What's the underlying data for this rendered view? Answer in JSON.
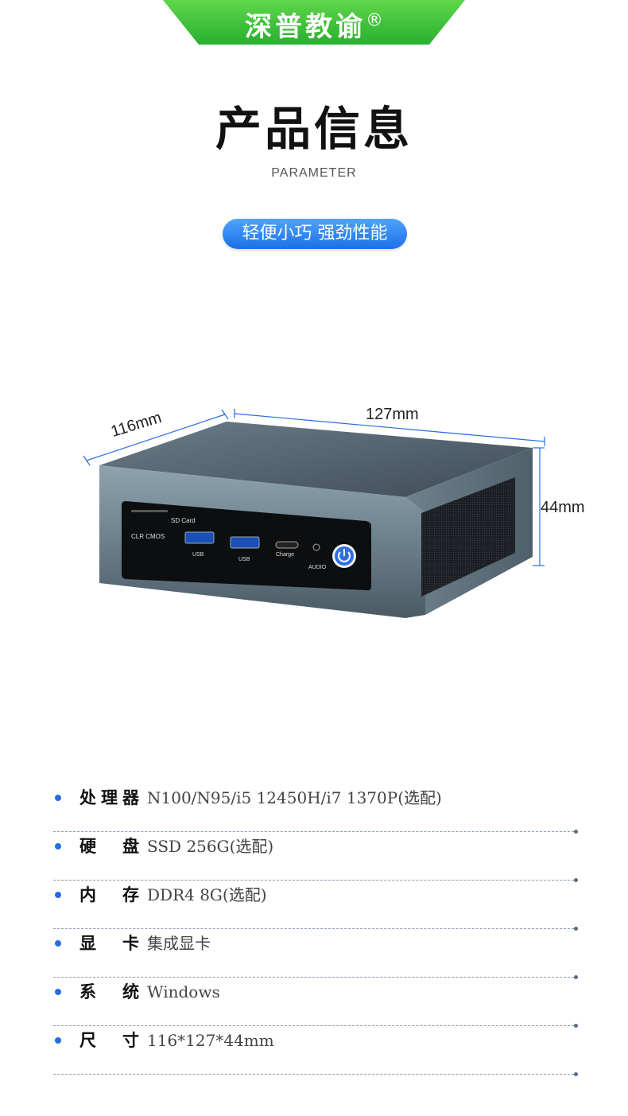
{
  "brand": {
    "name": "深普教谕",
    "mark": "®",
    "color": "#3fc23a"
  },
  "header": {
    "title": "产品信息",
    "subtitle": "PARAMETER",
    "slogan": "轻便小巧 强劲性能",
    "slogan_color": "#1d6fe6"
  },
  "product": {
    "dimensions": {
      "width": "127mm",
      "depth": "116mm",
      "height": "44mm"
    },
    "front_panel": {
      "sd_card": "SD Card",
      "clr_cmos": "CLR CMOS",
      "usb1": "USB",
      "usb2": "USB",
      "charge": "Charge",
      "audio": "AUDIO",
      "power_icon": "power-icon"
    }
  },
  "specs": [
    {
      "label": "处理器",
      "value": "N100/N95/i5 12450H/i7 1370P(选配)"
    },
    {
      "label": "硬盘",
      "value": "SSD 256G(选配)"
    },
    {
      "label": "内存",
      "value": "DDR4 8G(选配)"
    },
    {
      "label": "显卡",
      "value": "集成显卡"
    },
    {
      "label": "系统",
      "value": "Windows"
    },
    {
      "label": "尺寸",
      "value": "116*127*44mm"
    }
  ]
}
